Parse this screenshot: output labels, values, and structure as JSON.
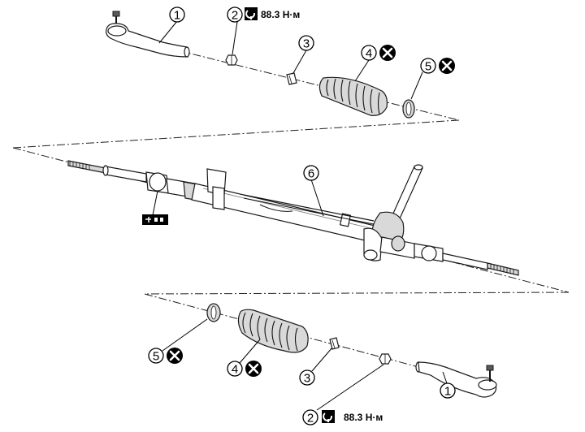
{
  "callouts": {
    "top": {
      "tie_rod_end": "1",
      "lock_nut": "2",
      "clamp": "3",
      "boot": "4",
      "boot_clamp": "5"
    },
    "center": {
      "rack_assembly": "6"
    },
    "bottom": {
      "tie_rod_end": "1",
      "lock_nut": "2",
      "clamp": "3",
      "boot": "4",
      "boot_clamp": "5"
    }
  },
  "torque": {
    "top": "88.3 Н·м",
    "bottom": "88.3 Н·м"
  },
  "icons": {
    "torque": "torque-wrench-icon",
    "replace": "do-not-reuse-x-icon",
    "grease": "grease-point-icon"
  },
  "colors": {
    "line": "#1a1a1a",
    "fill_light": "#d9d9d9",
    "background": "#ffffff"
  }
}
